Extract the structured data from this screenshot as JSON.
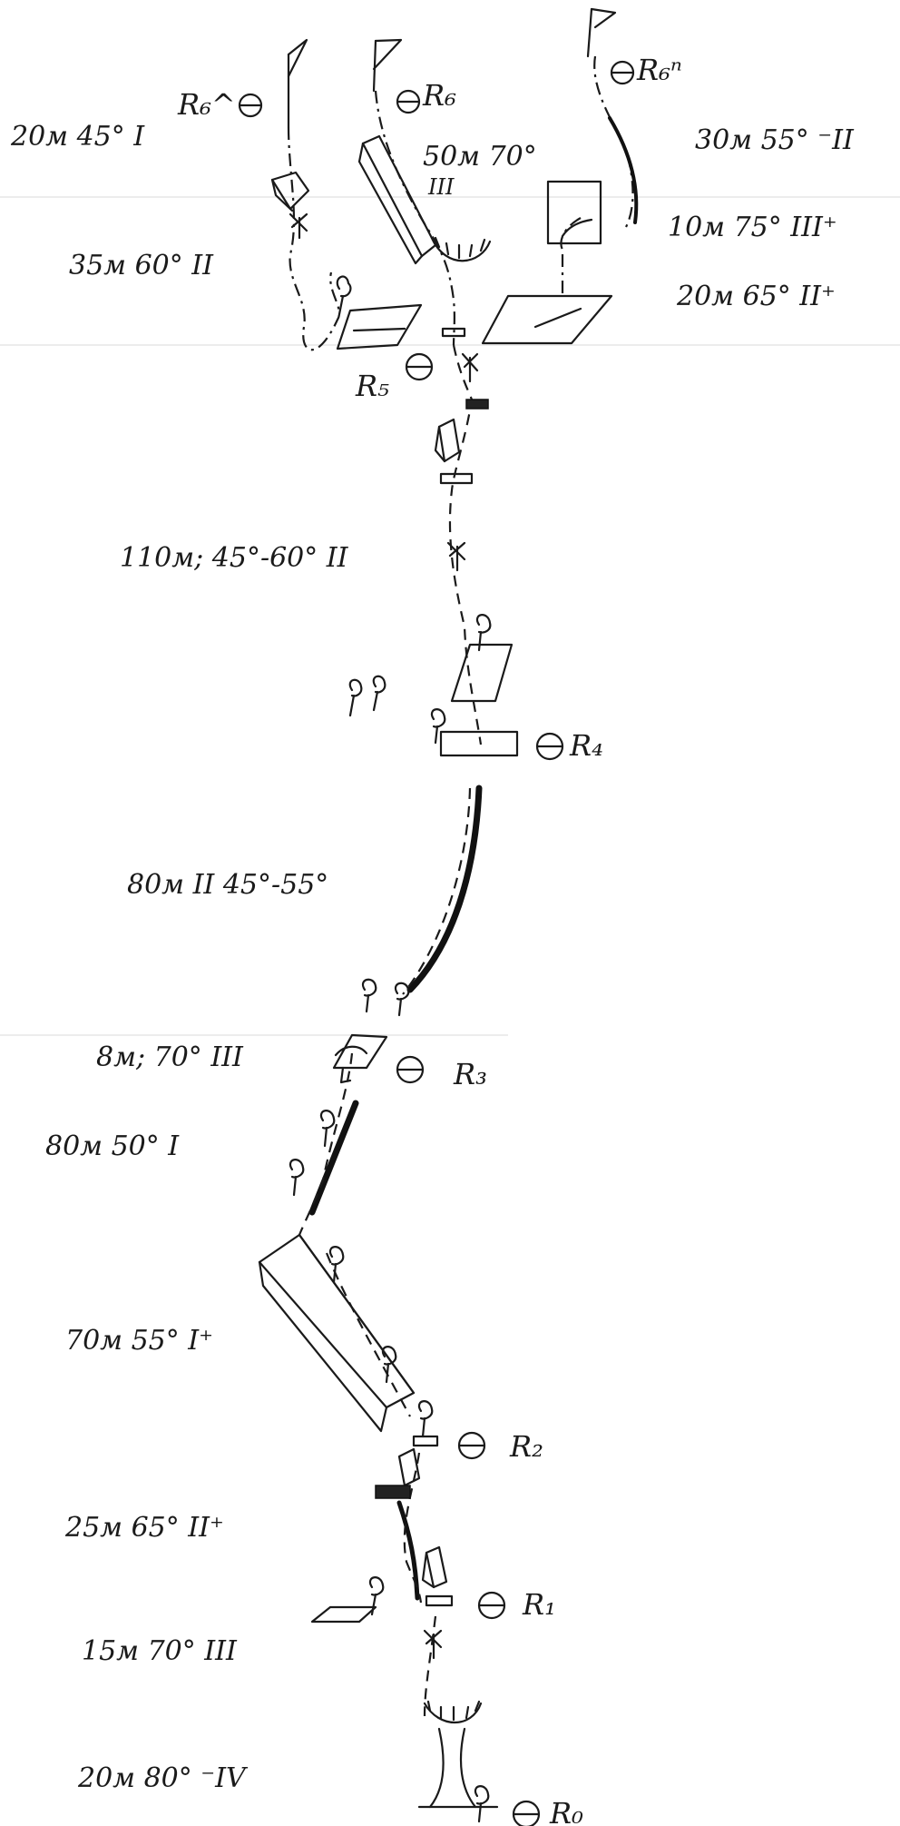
{
  "stations": {
    "r6_left": "R₆^",
    "r6_mid": "R₆",
    "r6_right": "R₆ⁿ",
    "r5": "R₅",
    "r4": "R₄",
    "r3": "R₃",
    "r2": "R₂",
    "r1": "R₁",
    "r0": "R₀"
  },
  "pitches": {
    "p1": "20м 45° I",
    "p2": "50м 70°",
    "p2_grade": "III",
    "p3": "30м 55° ⁻II",
    "p4": "35м 60° II",
    "p5": "10м 75° III⁺",
    "p6": "20м 65° II⁺",
    "p7": "110м; 45°-60° II",
    "p8": "80м  II  45°-55°",
    "p9": "8м; 70° III",
    "p10": "80м 50° I",
    "p11": "70м 55° I⁺",
    "p12": "25м 65° II⁺",
    "p13": "15м 70° III",
    "p14": "20м 80° ⁻IV"
  },
  "icons": {
    "station": "piton-anchor-icon",
    "flag": "summit-flag-icon",
    "tree": "tree-icon",
    "slab": "slab-icon",
    "corner": "dihedral-icon",
    "rock": "rock-step-icon",
    "cornice": "overhang-icon",
    "snow": "snow-patch-icon"
  }
}
